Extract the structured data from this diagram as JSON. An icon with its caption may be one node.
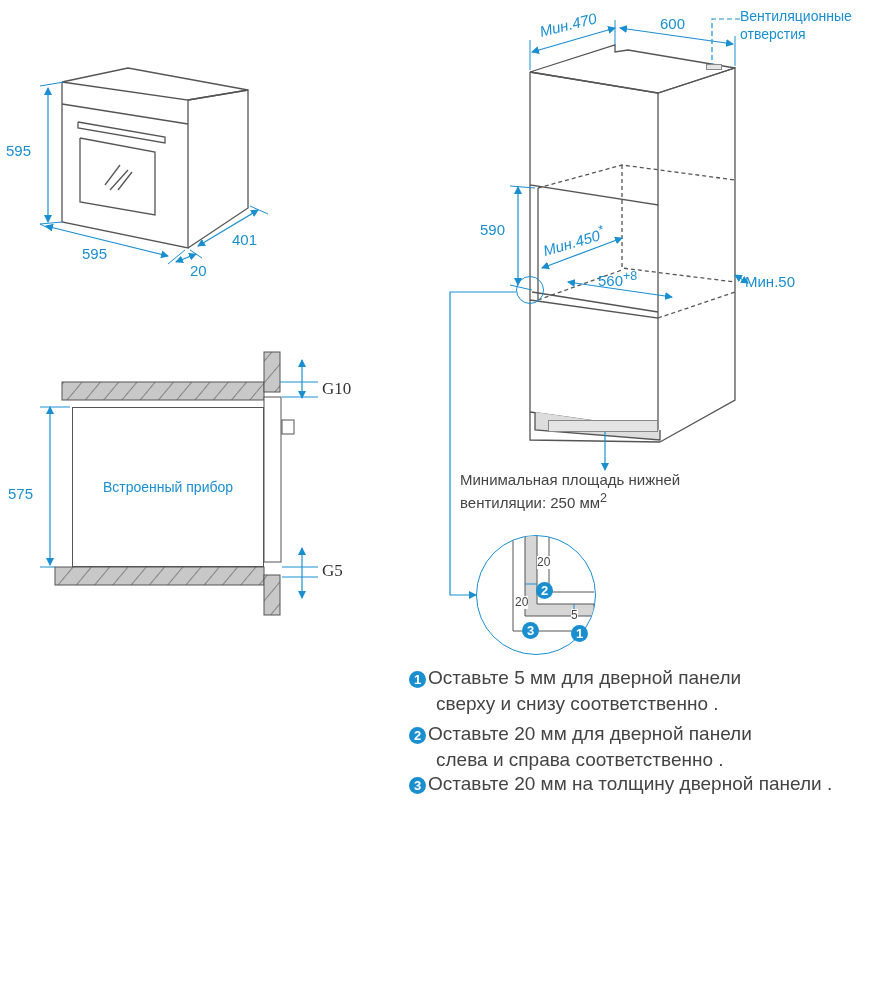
{
  "diagram": {
    "nodes": [
      {
        "text": [
          "Вентиляционные отверстия"
        ]
      },
      {
        "text": [],
        "shape": "box"
      },
      {
        "text": [],
        "shape": "box"
      },
      {
        "text": [
          "Минимальная площадь нижней вентиляции: 250 мм$^{2}$"
        ]
      },
      {
        "text": [],
        "shape": "circle"
      },
      {
        "text": [],
        "shape": "circle"
      },
      {
        "text": [
          "Встроенный прибор"
        ]
      }
    ],
    "edges": [
      {
        "from": 0,
        "to": 1,
        "arrow": "none",
        "style": "dashed"
      },
      {
        "from": 2,
        "to": 3,
        "arrow": "to"
      },
      {
        "from": 4,
        "to": 5,
        "arrow": "to"
      }
    ],
    "labels": [
      "595",
      "595",
      "401",
      "20",
      "Мин.470",
      "600",
      "590",
      "Мин.450$^{*}$",
      "560$^{+8}$",
      "Мин.50",
      "G10",
      "575",
      "G5",
      "20",
      "2",
      "20",
      "5",
      "3",
      "1",
      "1",
      "Оставьте 5 мм для дверной панели сверху и снизу соответственно .",
      "2",
      "Оставьте 20 мм для дверной панели слева и справа соответственно .",
      "3",
      "Оставьте 20 мм на толщину дверной панели ."
    ]
  }
}
